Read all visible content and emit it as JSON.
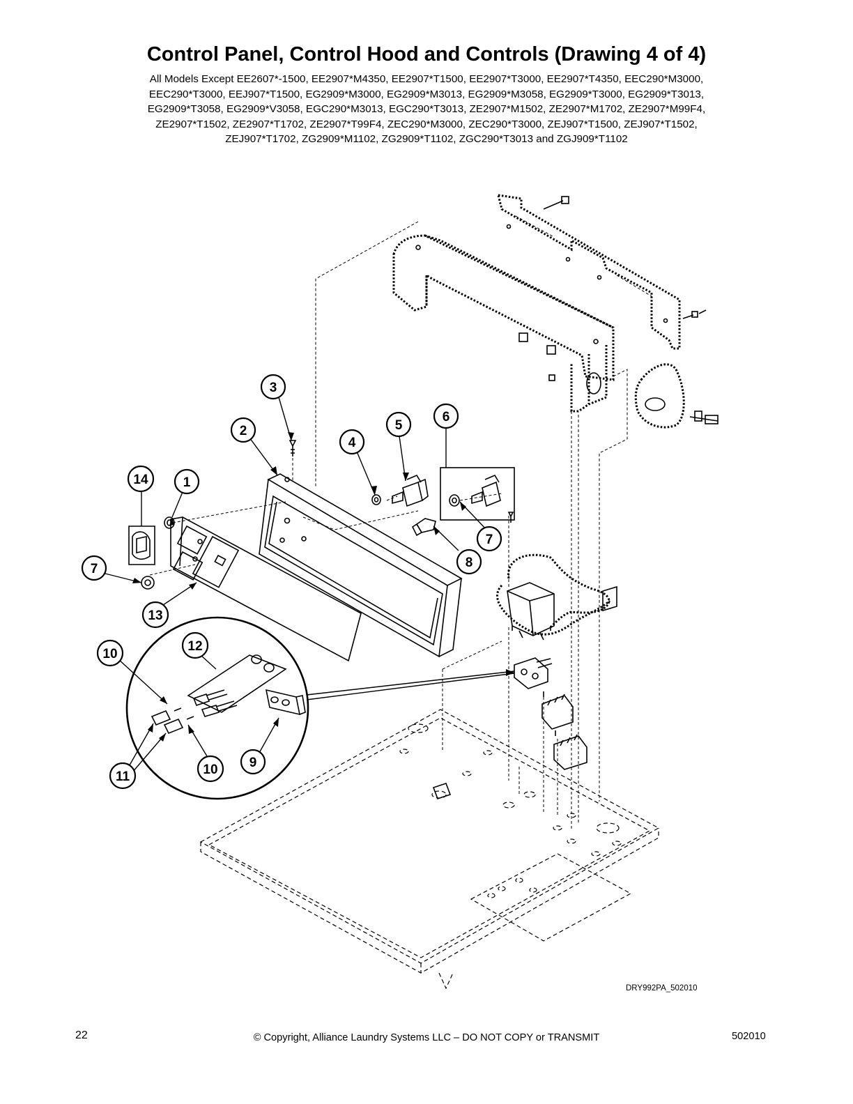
{
  "title": "Control Panel, Control Hood and Controls (Drawing 4 of 4)",
  "subtitle_lines": [
    "All Models Except EE2607*-1500, EE2907*M4350, EE2907*T1500, EE2907*T3000, EE2907*T4350, EEC290*M3000,",
    "EEC290*T3000, EEJ907*T1500, EG2909*M3000, EG2909*M3013, EG2909*M3058, EG2909*T3000, EG2909*T3013,",
    "EG2909*T3058, EG2909*V3058, EGC290*M3013, EGC290*T3013, ZE2907*M1502, ZE2907*M1702, ZE2907*M99F4,",
    "ZE2907*T1502, ZE2907*T1702, ZE2907*T99F4, ZEC290*M3000, ZEC290*T3000, ZEJ907*T1500, ZEJ907*T1502,",
    "ZEJ907*T1702, ZG2909*M1102, ZG2909*T1102, ZGC290*T3013 and ZGJ909*T1102"
  ],
  "callouts": [
    {
      "id": "c3",
      "label": "3"
    },
    {
      "id": "c2",
      "label": "2"
    },
    {
      "id": "c4",
      "label": "4"
    },
    {
      "id": "c5",
      "label": "5"
    },
    {
      "id": "c6",
      "label": "6"
    },
    {
      "id": "c14",
      "label": "14"
    },
    {
      "id": "c1",
      "label": "1"
    },
    {
      "id": "c7a",
      "label": "7"
    },
    {
      "id": "c8",
      "label": "8"
    },
    {
      "id": "c7b",
      "label": "7"
    },
    {
      "id": "c13",
      "label": "13"
    },
    {
      "id": "c10a",
      "label": "10"
    },
    {
      "id": "c12",
      "label": "12"
    },
    {
      "id": "c9",
      "label": "9"
    },
    {
      "id": "c10b",
      "label": "10"
    },
    {
      "id": "c11",
      "label": "11"
    }
  ],
  "drawing_id": "DRY992PA_502010",
  "footer": {
    "page_number": "22",
    "copyright": "© Copyright, Alliance Laundry Systems LLC – DO NOT COPY or TRANSMIT",
    "doc_code": "502010"
  }
}
